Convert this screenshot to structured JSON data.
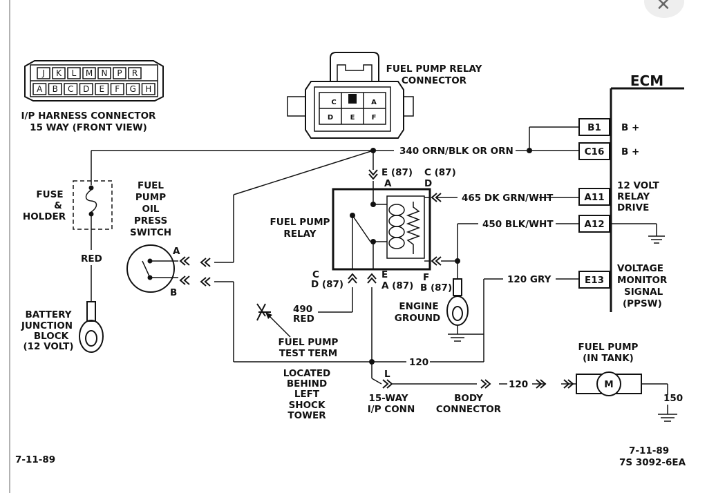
{
  "close_icon_glyph": "✕",
  "ip_connector": {
    "top_pins": [
      "J",
      "K",
      "L",
      "M",
      "N",
      "P",
      "R"
    ],
    "bottom_pins": [
      "A",
      "B",
      "C",
      "D",
      "E",
      "F",
      "G",
      "H"
    ],
    "label_line1": "I/P HARNESS CONNECTOR",
    "label_line2": "15 WAY  (FRONT VIEW)"
  },
  "relay_connector": {
    "pins": [
      "C",
      "A",
      "D",
      "E",
      "F"
    ],
    "label_line1": "FUEL PUMP RELAY",
    "label_line2": "CONNECTOR"
  },
  "ecm": {
    "title": "ECM",
    "pins": [
      {
        "id": "B1",
        "text": "B +"
      },
      {
        "id": "C16",
        "text": "B +"
      },
      {
        "id": "A11",
        "lines": [
          "12 VOLT",
          "RELAY",
          "DRIVE"
        ]
      },
      {
        "id": "A12"
      },
      {
        "id": "E13",
        "lines": [
          "VOLTAGE",
          "MONITOR",
          "SIGNAL",
          "(PPSW)"
        ]
      }
    ]
  },
  "wires": {
    "w340": "340 ORN/BLK OR ORN",
    "w465": "465  DK GRN/WHT",
    "w450": "450  BLK/WHT",
    "w120_gry": "120  GRY",
    "w120_bottom": "120",
    "w120_body": "120",
    "w150": "150",
    "w490_num": "490",
    "w490_color": "RED",
    "red": "RED"
  },
  "fuse": {
    "line1": "FUSE",
    "line2": "&",
    "line3": "HOLDER"
  },
  "oil_switch": {
    "lines": [
      "FUEL",
      "PUMP",
      "OIL",
      "PRESS",
      "SWITCH"
    ],
    "pin_a": "A",
    "pin_b": "B"
  },
  "battery": {
    "lines": [
      "BATTERY",
      "JUNCTION",
      "BLOCK",
      "(12 VOLT)"
    ]
  },
  "relay": {
    "line1": "FUEL PUMP",
    "line2": "RELAY",
    "e87_top": "E (87)",
    "a_top": "A",
    "c87_top": "C  (87)",
    "d_top": "D",
    "c_bottom": "C",
    "d87_bottom": "D (87)",
    "e_bottom": "E",
    "a87_bottom": "A (87)",
    "f_bottom": "F",
    "b87_bottom": "B (87)"
  },
  "engine_ground": {
    "line1": "ENGINE",
    "line2": "GROUND"
  },
  "test_term": {
    "line1": "FUEL PUMP",
    "line2": "TEST TERM"
  },
  "located": {
    "lines": [
      "LOCATED",
      "BEHIND",
      "LEFT",
      "SHOCK",
      "TOWER"
    ]
  },
  "ip_conn": {
    "pin": "L",
    "line1": "15-WAY",
    "line2": "I/P CONN"
  },
  "body_conn": {
    "line1": "BODY",
    "line2": "CONNECTOR"
  },
  "fuel_pump": {
    "line1": "FUEL PUMP",
    "line2": "(IN TANK)",
    "symbol": "M"
  },
  "footer": {
    "date_left": "7-11-89",
    "date_right": "7-11-89",
    "code": "7S 3092-6EA"
  }
}
